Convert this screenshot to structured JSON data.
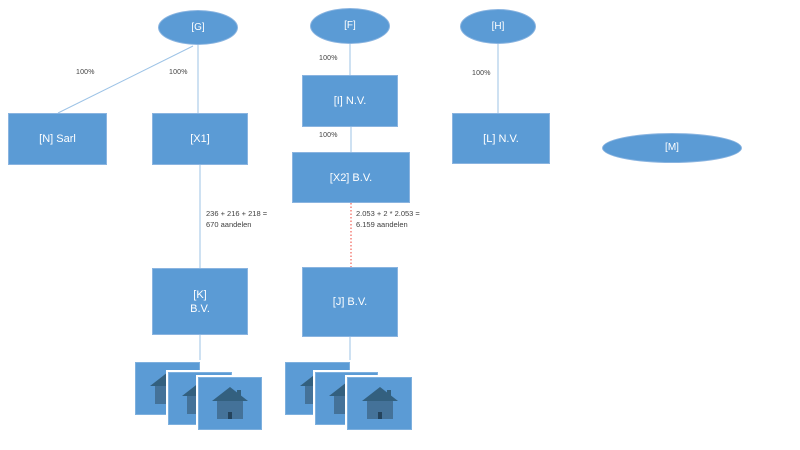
{
  "diagram_type": "corporate-structure-chart",
  "nodes": {
    "g": {
      "shape": "ellipse",
      "label": "[G]"
    },
    "f": {
      "shape": "ellipse",
      "label": "[F]"
    },
    "h": {
      "shape": "ellipse",
      "label": "[H]"
    },
    "m": {
      "shape": "ellipse",
      "label": "[M]"
    },
    "n": {
      "shape": "rect",
      "label": "[N] Sarl"
    },
    "x1": {
      "shape": "rect",
      "label": "[X1]"
    },
    "i": {
      "shape": "rect",
      "label": "[I] N.V."
    },
    "x2": {
      "shape": "rect",
      "label": "[X2] B.V."
    },
    "l": {
      "shape": "rect",
      "label": "[L] N.V."
    },
    "k": {
      "shape": "rect",
      "line1": "[K]",
      "line2": "B.V."
    },
    "j": {
      "shape": "rect",
      "label": "[J] B.V."
    }
  },
  "edges": {
    "g_to_n": {
      "label": "100%",
      "style": "solid-blue"
    },
    "g_to_x1": {
      "label": "100%",
      "style": "solid-blue"
    },
    "f_to_i": {
      "label": "100%",
      "style": "solid-blue"
    },
    "i_to_x2": {
      "label": "100%",
      "style": "solid-blue"
    },
    "h_to_l": {
      "label": "100%",
      "style": "solid-blue"
    },
    "x1_to_k": {
      "line1": "236 + 216 + 218 =",
      "line2": "670 aandelen",
      "style": "solid-blue"
    },
    "x2_to_j": {
      "line1": "2.053 + 2 * 2.053 =",
      "line2": "6.159 aandelen",
      "style": "dotted-red"
    },
    "k_to_properties": {
      "style": "solid-blue"
    },
    "j_to_properties": {
      "style": "solid-blue"
    }
  },
  "icons": {
    "house": "house-icon"
  },
  "colors": {
    "shape_fill": "#5B9BD5",
    "shape_text": "#FFFFFF",
    "connector_blue": "#9DC3E6",
    "connector_red": "#EF4136",
    "annotation_text": "#404040",
    "house_roof": "#33607F",
    "house_body": "#447299",
    "house_door": "#24435C",
    "background": "#FFFFFF"
  }
}
